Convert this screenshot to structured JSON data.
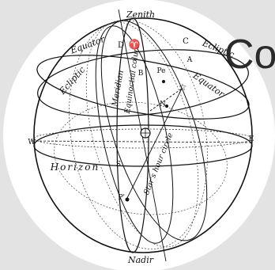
{
  "diagram": {
    "labels": {
      "zenith": "Zenith",
      "nadir": "Nadir",
      "horizon": "Horizon",
      "equator_left": "Equator",
      "equator_right": "Equator",
      "ecliptic_left": "Ecliptic",
      "ecliptic_right": "Ecliptic",
      "meridian_colure": "Meridian",
      "equinoctial_colure": "Equinoctial colure",
      "stars_hour_circle": "Star's hour circle",
      "point_d": "D",
      "point_aries": "♈",
      "point_c": "C",
      "point_a": "A",
      "point_b": "B",
      "point_pe": "Pe",
      "point_n": "N",
      "point_w": "W",
      "point_e": "E",
      "point_s": "S",
      "point_p_prime": "P'"
    },
    "overlay_text": "Co"
  }
}
